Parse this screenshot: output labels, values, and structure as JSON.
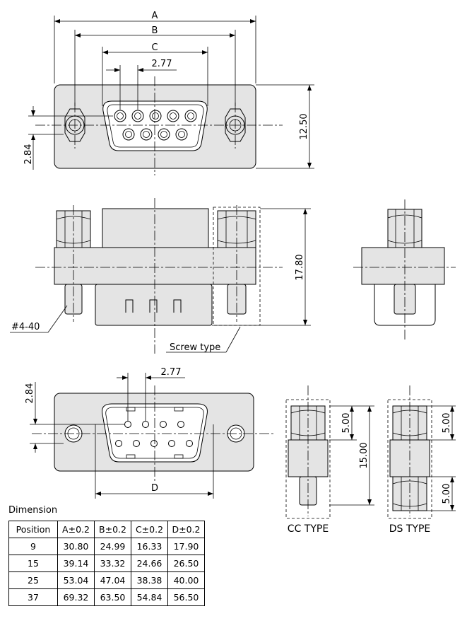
{
  "dimension_labels": {
    "A": "A",
    "B": "B",
    "C": "C",
    "D": "D",
    "pitch_top": "2.77",
    "pitch_bottom": "2.77",
    "offset_top": "2.84",
    "offset_bottom": "2.84",
    "height_flange": "12.50",
    "height_side": "17.80",
    "thread": "#4-40",
    "screw_type": "Screw type",
    "cc_hex": "5.00",
    "cc_total": "15.00",
    "ds_hex_top": "5.00",
    "ds_hex_bottom": "5.00"
  },
  "type_labels": {
    "cc": "CC TYPE",
    "ds": "DS TYPE"
  },
  "table": {
    "title": "Dimension",
    "headers": [
      "Position",
      "A±0.2",
      "B±0.2",
      "C±0.2",
      "D±0.2"
    ],
    "rows": [
      [
        "9",
        "30.80",
        "24.99",
        "16.33",
        "17.90"
      ],
      [
        "15",
        "39.14",
        "33.32",
        "24.66",
        "26.50"
      ],
      [
        "25",
        "53.04",
        "47.04",
        "38.38",
        "40.00"
      ],
      [
        "37",
        "69.32",
        "63.50",
        "54.84",
        "56.50"
      ]
    ]
  }
}
